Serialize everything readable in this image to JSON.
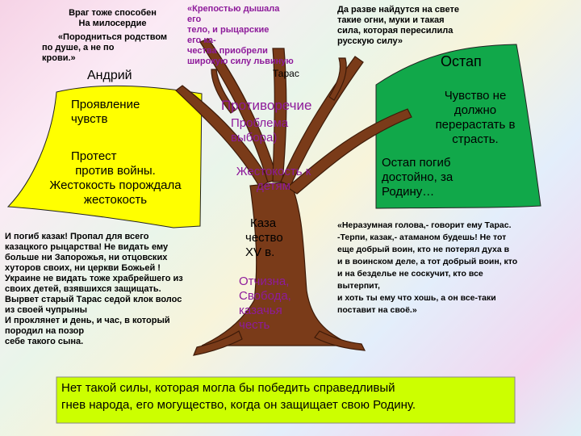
{
  "colors": {
    "left_blob": "#ffff00",
    "right_blob": "#11a84a",
    "tree": "#7a3b19",
    "bottom_box": "#ccff00",
    "purple_text": "#8e1b9b",
    "blue_text": "#2233cc"
  },
  "quote_left": [
    "Враг тоже способен",
    "На милосердие",
    "«Породниться родством",
    "по душе, а не по",
    "крови.»"
  ],
  "quote_top": [
    "«Крепостью дышала",
    "его",
    "тело, и рыцарские",
    "его ка-",
    "чества приобрели",
    "широкую силу львиную"
  ],
  "quote_right_top": [
    "Да разве найдутся на свете",
    "такие огни, муки и такая",
    "сила, которая пересилила",
    "русскую силу»"
  ],
  "names": {
    "andriy": "Андрий",
    "ostap": "Остап",
    "taras": "Тарас"
  },
  "left_blob": {
    "feelings": [
      "Проявление",
      "чувств"
    ],
    "protest": [
      "Протест",
      "против войны.",
      "Жестокость порождала",
      "жестокость"
    ]
  },
  "right_blob": {
    "feeling": [
      "Чувство не",
      "должно",
      "перерастать в",
      "страсть."
    ],
    "ostap_death": [
      "Остап погиб",
      "достойно, за",
      "Родину…"
    ]
  },
  "tree": {
    "contradiction": "Противоречие",
    "choice": [
      "Проблема",
      "выбора)"
    ],
    "cruelty": [
      "Жестокость к",
      "детям"
    ],
    "cossacks": [
      "Каза",
      "чество",
      "XV в."
    ],
    "values": [
      "Отчизна,",
      "Свобода,",
      "казачья",
      "честь"
    ]
  },
  "quote_left_bottom": [
    "И погиб казак! Пропал для всего",
    "казацкого рыцарства! Не видать ему",
    "больше ни Запорожья, ни отцовских",
    "хуторов своих, ни церкви Божьей !",
    "Украине не видать тоже храбрейшего из",
    "своих детей, взявшихся защищать.",
    "Вырвет старый Тарас седой клок волос",
    "из своей чупрыны",
    "И проклянет и день, и час, в который",
    "породил на позор",
    "себе такого сына."
  ],
  "quote_right_bottom": [
    "«Неразумная голова,- говорит ему Тарас.",
    "-Терпи, казак,- атаманом будешь! Не тот",
    "еще добрый воин, кто не потерял духа в",
    "и в воинском деле, а тот добрый воин, кто",
    "и на безделье не соскучит, кто все",
    "вытерпит,",
    "и хоть ты ему что хошь, а он все-таки",
    "поставит на своё.»"
  ],
  "conclusion": [
    "Нет такой силы, которая могла бы победить справедливый",
    "гнев народа, его могущество, когда он защищает свою Родину."
  ]
}
